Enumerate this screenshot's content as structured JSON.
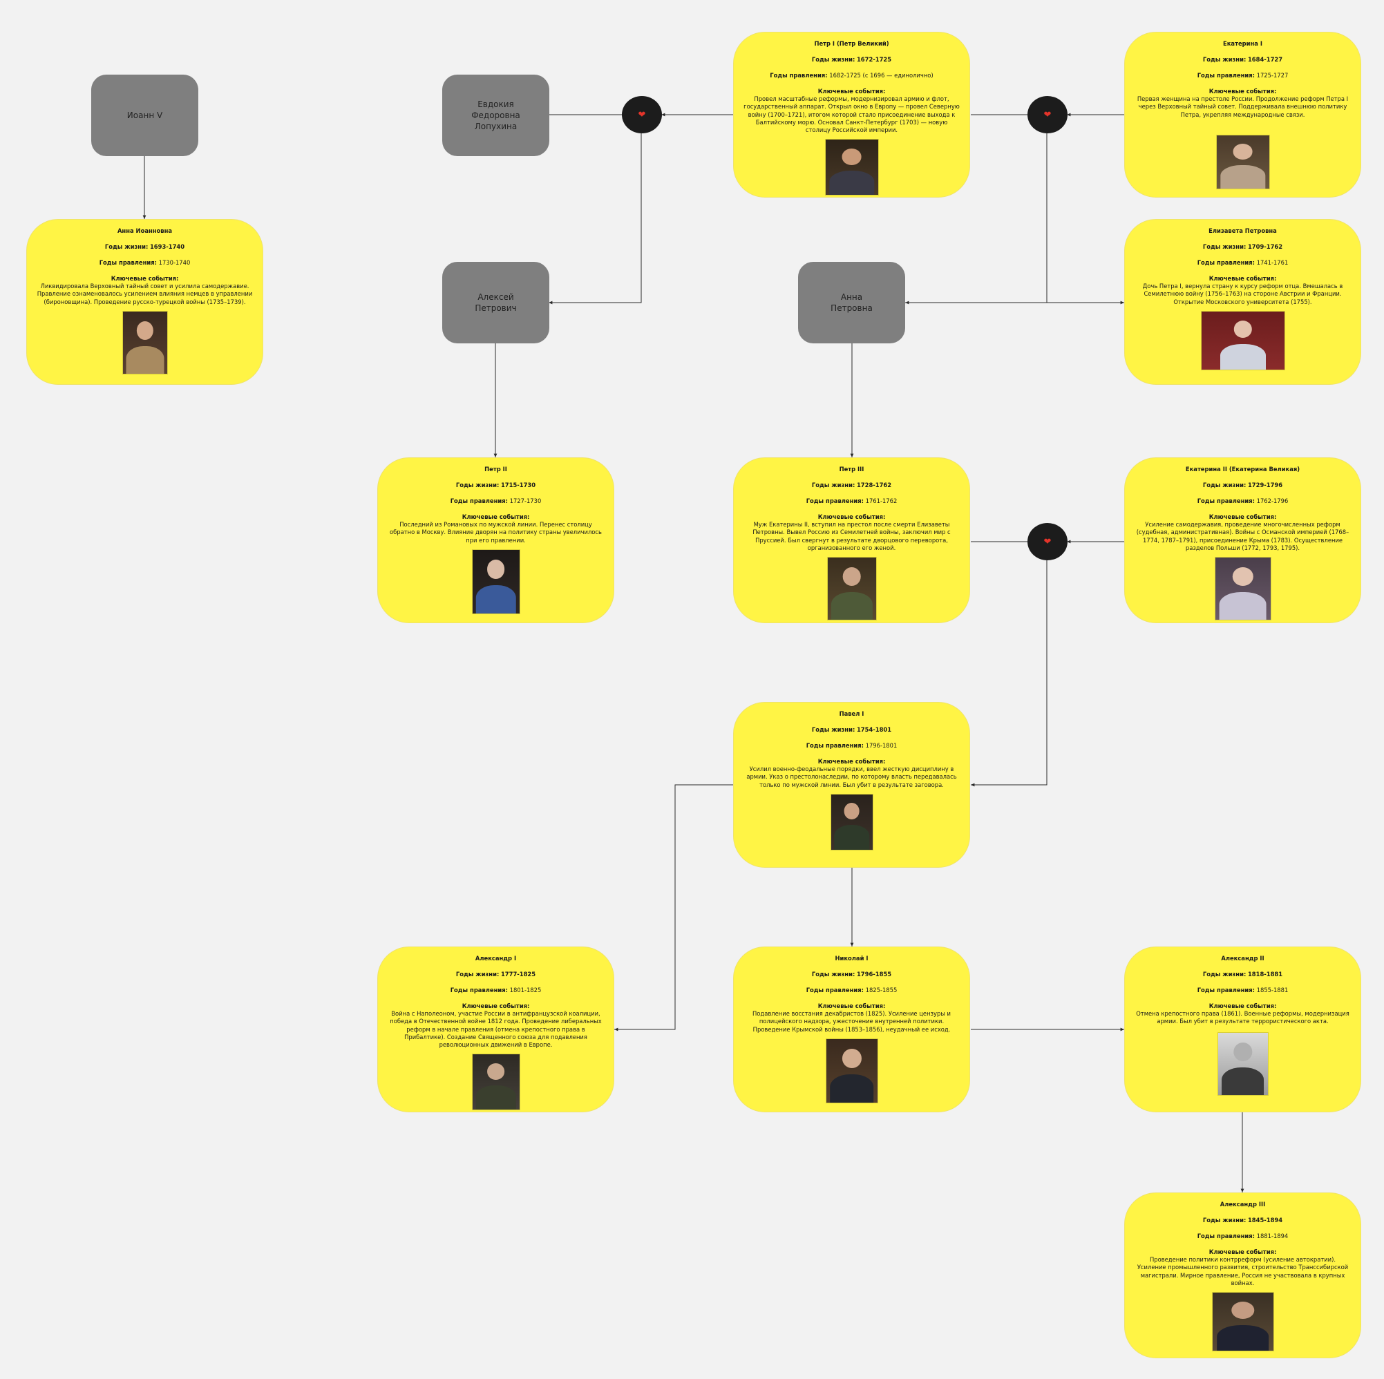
{
  "gray_nodes": {
    "ioann": "Иоанн V",
    "evdokia": "Евдокия\nФедоровна\nЛопухина",
    "aleksey": "Алексей\nПетрович",
    "anna_petrovna": "Анна\nПетровна"
  },
  "labels": {
    "life": "Годы жизни:",
    "reign": "Годы правления:",
    "events": "Ключевые события:"
  },
  "heart_symbol": "❤",
  "colors": {
    "background": "#f2f2f2",
    "card": "#fff445",
    "gray_node": "#7f7f7f",
    "heart_node": "#1c1c1c",
    "heart": "#e4342a",
    "connector": "#2a2a2a"
  },
  "cards": {
    "peter1": {
      "name": "Петр I (Петр Великий)",
      "life": "1672-1725",
      "reign": "1682-1725 (с 1696 — единолично)",
      "events": "Провел масштабные реформы, модернизировал армию и флот, государственный аппарат. Открыл окно в Европу — провел Северную войну (1700–1721), итогом которой стало присоединение выхода к Балтийскому морю. Основал Санкт-Петербург (1703) — новую столицу Российской империи."
    },
    "ekaterina1": {
      "name": "Екатерина I",
      "life": "1684-1727",
      "reign": "1725-1727",
      "events": "Первая женщина на престоле России. Продолжение реформ Петра I через Верховный тайный совет. Поддерживала внешнюю политику Петра, укрепляя международные связи."
    },
    "anna_ioannovna": {
      "name": "Анна Иоанновна",
      "life": "1693-1740",
      "reign": "1730-1740",
      "events": "Ликвидировала Верховный тайный совет и усилила самодержавие. Правление ознаменовалось усилением влияния немцев в управлении (бироновщина). Проведение русско-турецкой войны (1735–1739)."
    },
    "elizaveta": {
      "name": "Елизавета Петровна",
      "life": "1709-1762",
      "reign": "1741-1761",
      "events": "Дочь Петра I, вернула страну к курсу реформ отца. Вмешалась в Семилетнюю войну (1756–1763) на стороне Австрии и Франции. Открытие Московского университета (1755)."
    },
    "peter2": {
      "name": "Петр II",
      "life": "1715-1730",
      "reign": "1727-1730",
      "events": "Последний из Романовых по мужской линии. Перенес столицу обратно в Москву. Влияние дворян на политику страны увеличилось при его правлении."
    },
    "peter3": {
      "name": "Петр III",
      "life": "1728-1762",
      "reign": "1761-1762",
      "events": "Муж Екатерины II, вступил на престол после смерти Елизаветы Петровны. Вывел Россию из Семилетней войны, заключил мир с Пруссией. Был свергнут в результате дворцового переворота, организованного его женой."
    },
    "ekaterina2": {
      "name": "Екатерина II (Екатерина Великая)",
      "life": "1729-1796",
      "reign": "1762-1796",
      "events": "Усиление самодержавия, проведение многочисленных реформ (судебная, административная). Войны с Османской империей (1768–1774, 1787–1791), присоединение Крыма (1783). Осуществление разделов Польши (1772, 1793, 1795)."
    },
    "pavel1": {
      "name": "Павел I",
      "life": "1754-1801",
      "reign": "1796-1801",
      "events": "Усилил военно-феодальные порядки, ввел жесткую дисциплину в армии. Указ о престолонаследии, по которому власть передавалась только по мужской линии. Был убит в результате заговора."
    },
    "aleksandr1": {
      "name": "Александр I",
      "life": "1777-1825",
      "reign": "1801-1825",
      "events": "Война с Наполеоном, участие России в антифранцузской коалиции, победа в Отечественной войне 1812 года. Проведение либеральных реформ в начале правления (отмена крепостного права в Прибалтике). Создание Священного союза для подавления революционных движений в Европе."
    },
    "nikolai1": {
      "name": "Николай I",
      "life": "1796-1855",
      "reign": "1825-1855",
      "events": "Подавление восстания декабристов (1825). Усиление цензуры и полицейского надзора, ужесточение внутренней политики. Проведение Крымской войны (1853–1856), неудачный ее исход."
    },
    "aleksandr2": {
      "name": "Александр II",
      "life": "1818-1881",
      "reign": "1855-1881",
      "events": "Отмена крепостного права (1861). Военные реформы, модернизация армии. Был убит в результате террористического акта."
    },
    "aleksandr3": {
      "name": "Александр III",
      "life": "1845-1894",
      "reign": "1881-1894",
      "events": "Проведение политики контрреформ (усиление автократии). Усиление промышленного развития, строительство Транссибирской магистрали. Мирное правление, Россия не участвовала в крупных войнах."
    }
  }
}
